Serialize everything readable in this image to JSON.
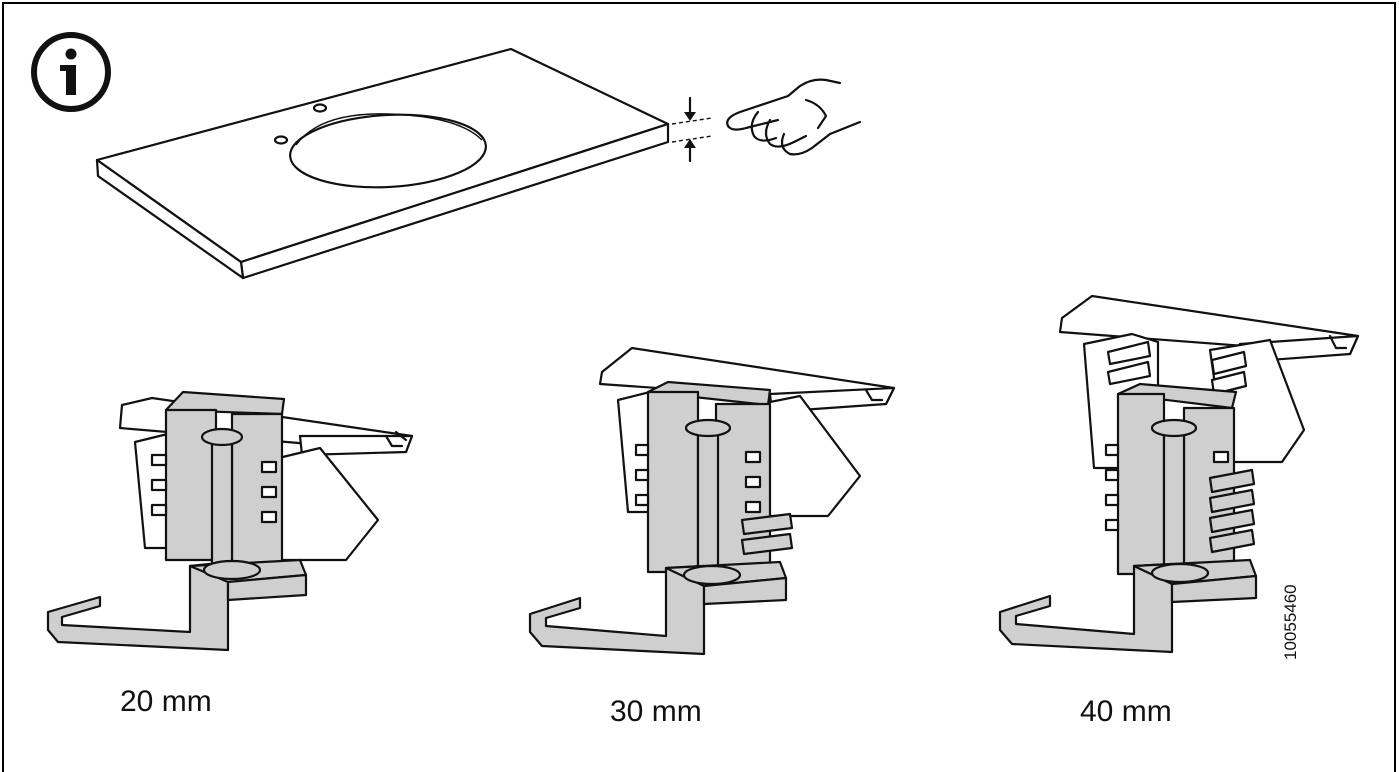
{
  "icons": {
    "info": "info-icon",
    "hand": "pointing-hand-icon"
  },
  "captions": {
    "clip_20": "20 mm",
    "clip_30": "30 mm",
    "clip_40": "40 mm"
  },
  "article_number": "10055460",
  "colors": {
    "line": "#111111",
    "part_fill": "#cfcfcf",
    "background": "#ffffff"
  }
}
